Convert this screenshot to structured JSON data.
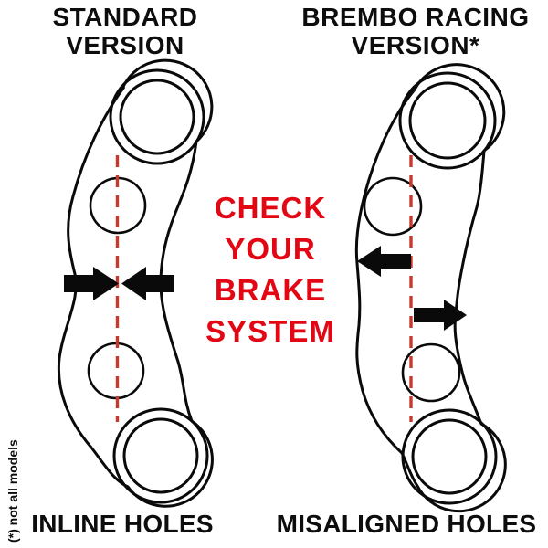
{
  "panels": {
    "left": {
      "title_line1": "STANDARD",
      "title_line2": "VERSION",
      "caption": "INLINE HOLES"
    },
    "right": {
      "title_line1": "BREMBO RACING",
      "title_line2": "VERSION*",
      "caption": "MISALIGNED HOLES"
    }
  },
  "center_message": {
    "lines": [
      "CHECK",
      "YOUR",
      "BRAKE",
      "SYSTEM"
    ]
  },
  "footnote": "(*) not all models",
  "colors": {
    "message_red": "#e30613",
    "centerline_red": "#c43a2e",
    "ink_black": "#0a0a0a"
  }
}
